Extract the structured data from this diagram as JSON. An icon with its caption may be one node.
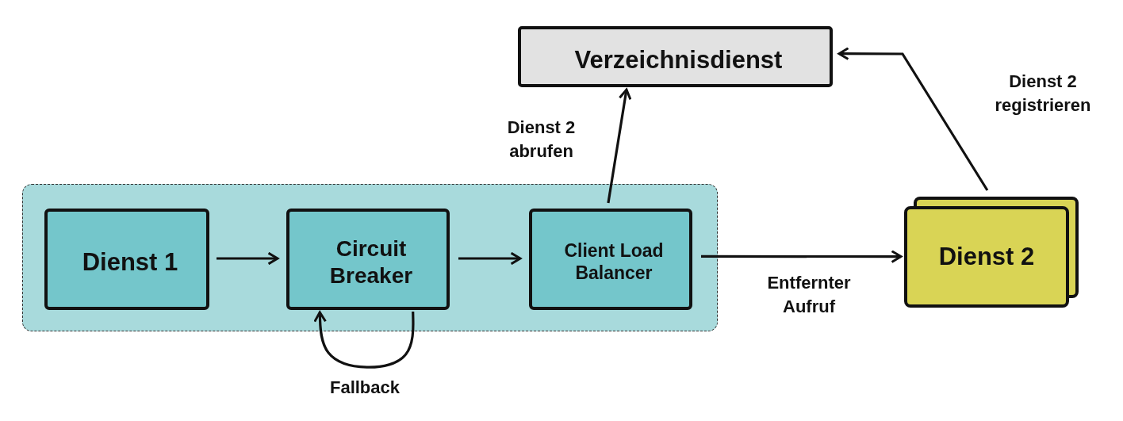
{
  "diagram": {
    "nodes": [
      {
        "text": [],
        "shape": "box"
      },
      {
        "text": [
          "Dienst 1"
        ],
        "in": 0
      },
      {
        "text": [
          "Circuit Breaker"
        ],
        "in": 0
      },
      {
        "text": [
          "Client Load Balancer"
        ],
        "in": 0
      },
      {
        "text": [
          "Verzeichnisdienst"
        ]
      },
      {
        "text": [
          "Dienst 2"
        ]
      }
    ],
    "edges": [
      {
        "from": 1,
        "to": 2,
        "arrow": "to"
      },
      {
        "from": 2,
        "to": 3,
        "arrow": "to"
      },
      {
        "from": 2,
        "to": 2,
        "arrow": "to",
        "label": "Fallback"
      },
      {
        "from": 3,
        "to": 4,
        "arrow": "to",
        "label": "Dienst 2 abrufen"
      },
      {
        "from": 3,
        "to": 5,
        "arrow": "to",
        "label": "Entfernter Aufruf"
      },
      {
        "from": 5,
        "to": 4,
        "arrow": "to",
        "label": "Dienst 2 registrieren"
      }
    ]
  }
}
